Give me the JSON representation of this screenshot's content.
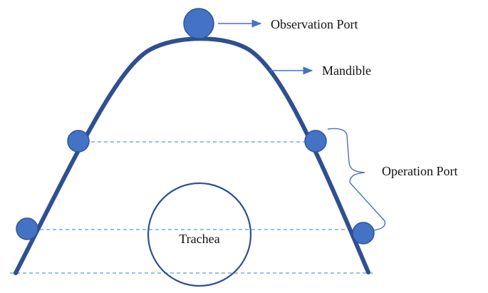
{
  "labels": {
    "observation_port": "Observation Port",
    "mandible": "Mandible",
    "operation_port": "Operation Port",
    "trachea": "Trachea"
  },
  "colors": {
    "mandible_curve": "#2f4f8f",
    "port_fill": "#4472c4",
    "port_stroke": "#2f5597",
    "dashed_line": "#5b9bd5",
    "trachea_outline": "#2f4f8f",
    "pointer": "#4472c4",
    "text": "#111111"
  }
}
